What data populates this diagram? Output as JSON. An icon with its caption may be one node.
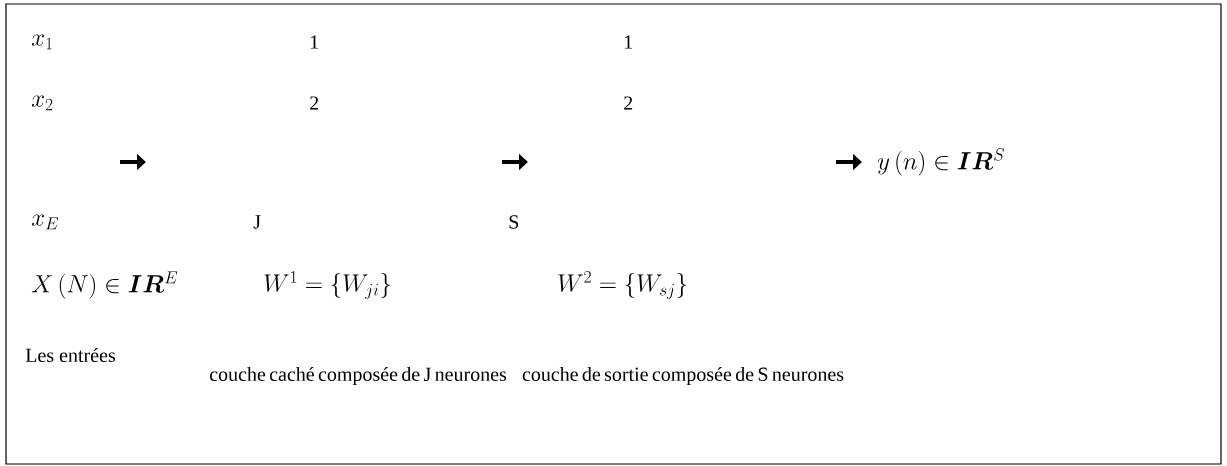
{
  "diagram": {
    "labels": [
      "x_{1}",
      "1",
      "1",
      "x_{2}",
      "2",
      "2",
      "y\\left(n\\right)\\in \\bm{IR}^{S}",
      "x_{E}",
      "J",
      "S",
      "X\\left(N\\right)\\in \\bm{IR}^{E}",
      "W^{1}=\\left\\{W_{ji}\\right\\}",
      "W^{2}=\\left\\{W_{sj}\\right\\}",
      "Les entrées",
      "couche caché composée de J neurones",
      "couche de sortie composée de S neurones"
    ]
  }
}
